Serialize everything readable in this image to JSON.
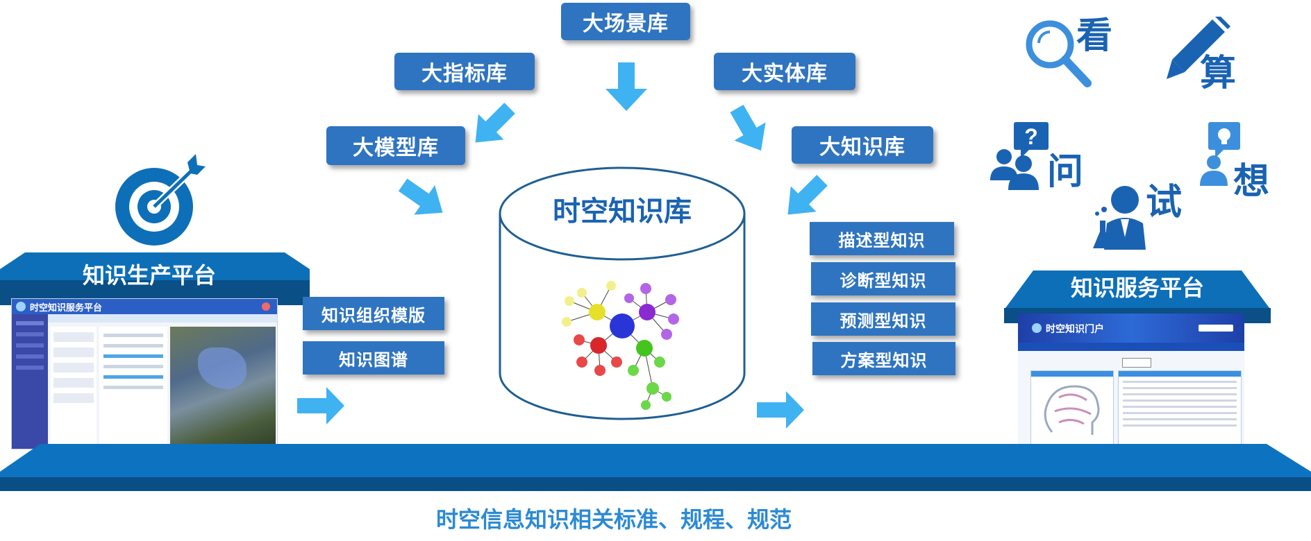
{
  "libraries": {
    "scene": "大场景库",
    "indicator": "大指标库",
    "entity": "大实体库",
    "model": "大模型库",
    "knowledge": "大知识库"
  },
  "center": {
    "title": "时空知识库"
  },
  "production": {
    "title": "知识生产平台",
    "screenshot_title": "时空知识服务平台",
    "tags": [
      "知识组织模版",
      "知识图谱"
    ]
  },
  "knowledge_types": [
    "描述型知识",
    "诊断型知识",
    "预测型知识",
    "方案型知识"
  ],
  "service": {
    "title": "知识服务平台",
    "screenshot_title": "时空知识门户"
  },
  "actions": {
    "see": "看",
    "compute": "算",
    "ask": "问",
    "think": "想",
    "try": "试"
  },
  "footer": "时空信息知识相关标准、规程、规范",
  "colors": {
    "primary": "#2f74c0",
    "dark_blue": "#0d5fa3",
    "arrow": "#3fb2f2",
    "icon": "#1a63b2",
    "footer_text": "#2b8ad4"
  }
}
